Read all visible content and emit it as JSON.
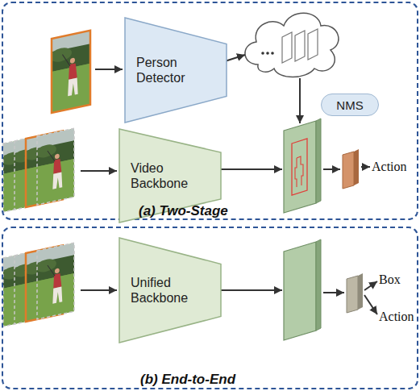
{
  "diagram": {
    "nodes": [
      {
        "text": [
          "(a) Two-Stage"
        ]
      },
      {
        "text": [
          "Person Detector"
        ],
        "in": 0
      },
      {
        "text": [
          "NMS"
        ],
        "in": 0
      },
      {
        "text": [
          "Video Backbone"
        ],
        "in": 0
      },
      {
        "text": [
          "(b) End-to-End"
        ]
      },
      {
        "text": [
          "Unified Backbone"
        ],
        "in": 4
      }
    ],
    "labels": [
      "Action",
      "Box",
      "Action"
    ]
  }
}
